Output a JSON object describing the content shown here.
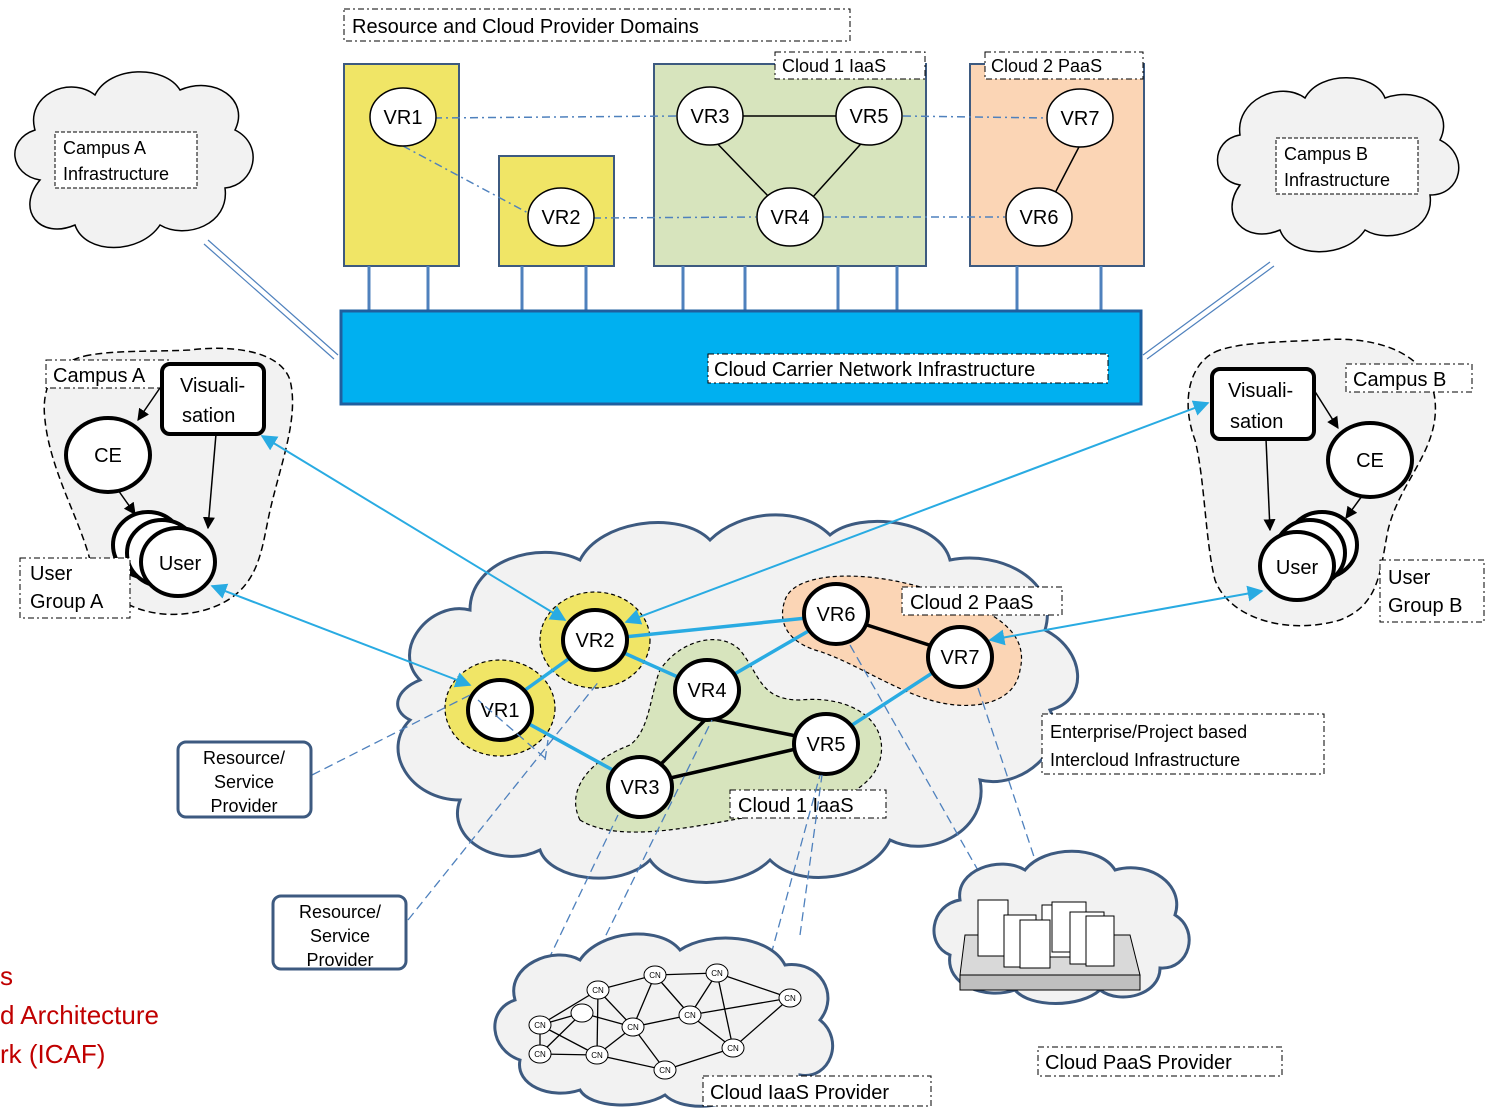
{
  "top": {
    "title": "Resource and Cloud Provider Domains",
    "cloud1_label": "Cloud 1 IaaS",
    "cloud2_label": "Cloud 2 PaaS",
    "carrier_label": "Cloud Carrier Network Infrastructure",
    "campus_a_infra": [
      "Campus A",
      "Infrastructure"
    ],
    "campus_b_infra": [
      "Campus B",
      "Infrastructure"
    ],
    "nodes": [
      "VR1",
      "VR2",
      "VR3",
      "VR4",
      "VR5",
      "VR6",
      "VR7"
    ]
  },
  "campus_a": {
    "label": "Campus A",
    "visualisation": [
      "Visuali-",
      "sation"
    ],
    "ce": "CE",
    "user": "User",
    "group": [
      "User",
      "Group A"
    ]
  },
  "campus_b": {
    "label": "Campus B",
    "visualisation": [
      "Visuali-",
      "sation"
    ],
    "ce": "CE",
    "user": "User",
    "group": [
      "User",
      "Group B"
    ]
  },
  "intercloud": {
    "nodes": [
      "VR1",
      "VR2",
      "VR3",
      "VR4",
      "VR5",
      "VR6",
      "VR7"
    ],
    "cloud2_label": "Cloud 2 PaaS",
    "cloud1_label": "Cloud 1 IaaS",
    "enterprise_label": [
      "Enterprise/Project based",
      "Intercloud Infrastructure"
    ]
  },
  "providers": {
    "rsp1": [
      "Resource/",
      "Service",
      "Provider"
    ],
    "rsp2": [
      "Resource/",
      "Service",
      "Provider"
    ],
    "iaas_label": "Cloud IaaS Provider",
    "paas_label": "Cloud PaaS Provider",
    "cn_label": "CN"
  },
  "caption": [
    "s",
    "d Architecture",
    "rk (ICAF)"
  ],
  "colors": {
    "yellow": "#f0e566",
    "green": "#d7e4bd",
    "peach": "#fbd5b5",
    "carrier": "#00b0f0",
    "link_blue": "#29abe2",
    "cloud_stroke": "#3d5a80",
    "caption_red": "#c00000"
  }
}
